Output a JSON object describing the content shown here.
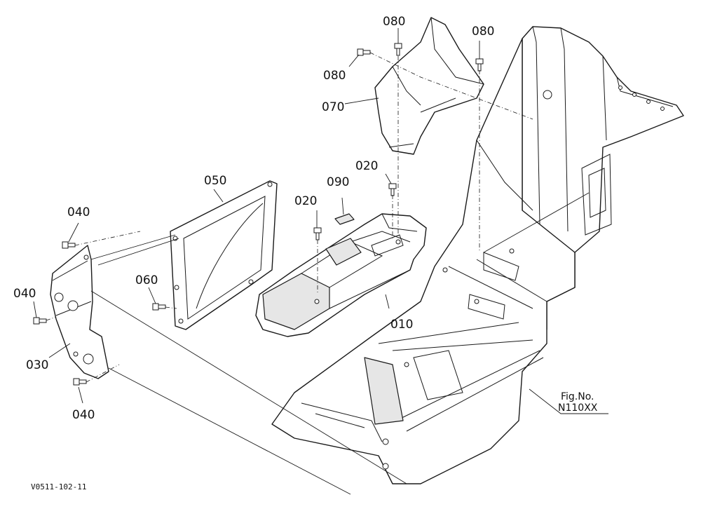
{
  "labels": {
    "p080_top": "080",
    "p080_right": "080",
    "p080_left": "080",
    "p070": "070",
    "p020_right": "020",
    "p090": "090",
    "p020_left": "020",
    "p050": "050",
    "p040_top": "040",
    "p040_left": "040",
    "p060": "060",
    "p030": "030",
    "p040_bottom": "040",
    "p010": "010"
  },
  "figure": {
    "fig_no_label": "Fig.No.",
    "fig_no_value": "N110XX",
    "drawing_code": "V0511-102-11"
  },
  "colors": {
    "line": "#1a1a1a",
    "background": "#ffffff",
    "shade": "#e6e6e6"
  }
}
